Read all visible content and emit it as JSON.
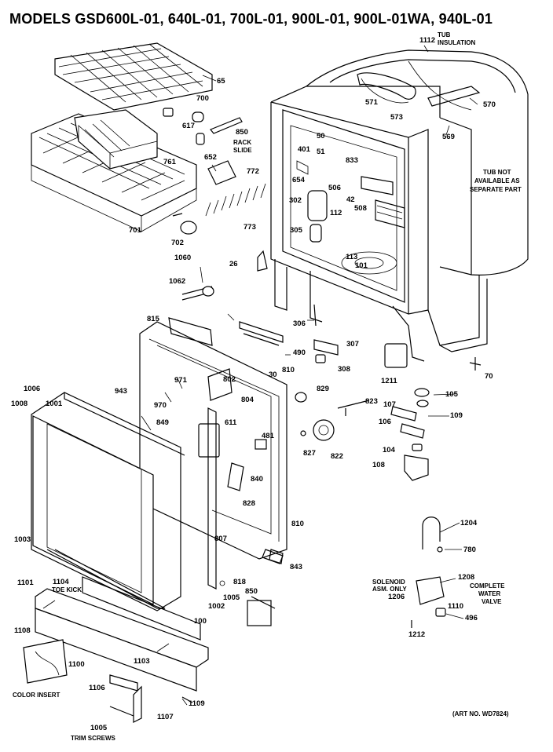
{
  "title": "MODELS GSD600L-01, 640L-01, 700L-01, 900L-01, 900L-01WA, 940L-01",
  "art_number": "(ART NO. WD7824)",
  "notes": {
    "tub_insulation": [
      "TUB",
      "INSULATION"
    ],
    "rack_slide": [
      "RACK",
      "SLIDE"
    ],
    "tub_not_available": [
      "TUB NOT",
      "AVAILABLE AS",
      "SEPARATE PART"
    ],
    "toe_kick": "TOE KICK",
    "solenoid": [
      "SOLENOID",
      "ASM. ONLY"
    ],
    "complete_water_valve": [
      "COMPLETE",
      "WATER",
      "VALVE"
    ],
    "color_insert": "COLOR INSERT",
    "trim_screws": "TRIM SCREWS"
  },
  "part_labels": [
    "1112",
    "65",
    "700",
    "617",
    "850",
    "761",
    "652",
    "772",
    "701",
    "702",
    "773",
    "571",
    "573",
    "570",
    "569",
    "50",
    "51",
    "833",
    "401",
    "654",
    "506",
    "42",
    "302",
    "508",
    "112",
    "305",
    "113",
    "101",
    "26",
    "1060",
    "1062",
    "815",
    "306",
    "490",
    "307",
    "308",
    "1211",
    "70",
    "943",
    "971",
    "802",
    "804",
    "810",
    "829",
    "105",
    "1006",
    "1008",
    "1001",
    "970",
    "849",
    "611",
    "481",
    "823",
    "107",
    "109",
    "106",
    "827",
    "822",
    "104",
    "108",
    "840",
    "828",
    "807",
    "810",
    "1204",
    "780",
    "1003",
    "843",
    "818",
    "850",
    "1005",
    "1104",
    "1101",
    "1002",
    "1208",
    "1206",
    "1110",
    "496",
    "100",
    "1212",
    "1108",
    "1100",
    "1103",
    "1106",
    "1109",
    "1107",
    "1005",
    "30"
  ]
}
